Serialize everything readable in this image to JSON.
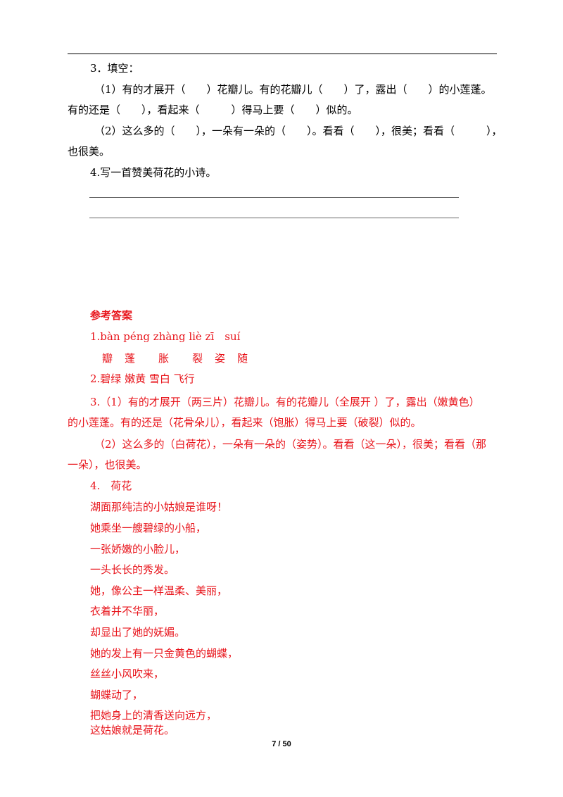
{
  "questions": {
    "q3_title": "3．填空：",
    "q3_1_line1": "（1）有的才展开（　　）花瓣儿。有的花瓣儿（　　）了，露出（　　）的小莲蓬。",
    "q3_1_line2": "有的还是（　　），看起来（　　　）得马上要（　　）似的。",
    "q3_2_line1": "（2）这么多的（　　），一朵有一朵的（　　）。看看（　　），很美；看看（　　　），",
    "q3_2_line2": "也很美。",
    "q4_title": "4.写一首赞美荷花的小诗。"
  },
  "answers": {
    "heading": "参考答案",
    "a1_pinyin": "1.bàn péng zhàng liè zī　suí",
    "a1_chars": "瓣　蓬　　胀　　裂　姿　随",
    "a2": "2.碧绿 嫩黄 雪白 飞行",
    "a3_1_line1": "3.（1）有的才展开（两三片）花瓣儿。有的花瓣儿（全展开 ）了，露出（嫩黄色）",
    "a3_1_line2": "的小莲蓬。有的还是（花骨朵儿），看起来（饱胀）得马上要（破裂）似的。",
    "a3_2_line1": "（2）这么多的（白荷花），一朵有一朵的（姿势）。看看（这一朵），很美；看看（那",
    "a3_2_line2": "一朵），也很美。",
    "a4_title": "4.　荷花",
    "poem": [
      "湖面那纯洁的小姑娘是谁呀！",
      "她乘坐一艘碧绿的小船，",
      "一张娇嫩的小脸儿，",
      "一头长长的秀发。",
      "她，像公主一样温柔、美丽，",
      "衣着并不华丽，",
      "却显出了她的妩媚。",
      "她的发上有一只金黄色的蝴蝶，",
      "丝丝小风吹来，",
      "蝴蝶动了，",
      "把她身上的清香送向远方，",
      "这姑娘就是荷花。"
    ]
  },
  "footer": {
    "page_number": "7 / 50"
  },
  "colors": {
    "answer_text": "#e8141b",
    "body_text": "#000000"
  }
}
